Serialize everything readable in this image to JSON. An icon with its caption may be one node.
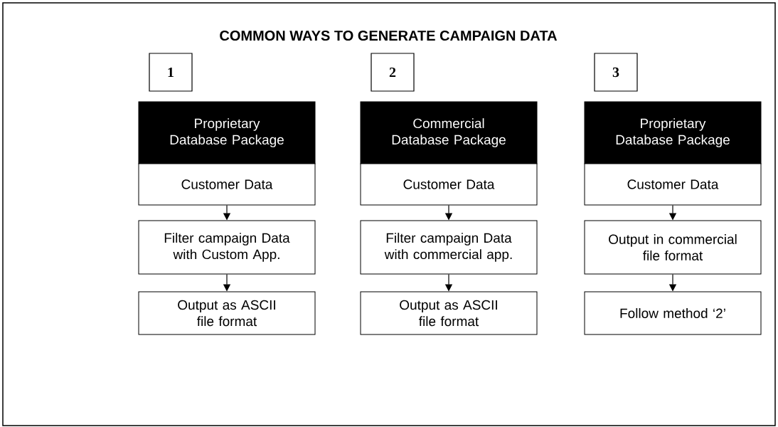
{
  "diagram": {
    "title": "COMMON WAYS TO GENERATE CAMPAIGN DATA",
    "nodes": [
      {
        "text": [
          "1"
        ]
      },
      {
        "text": [
          "Proprietary Database Package"
        ]
      },
      {
        "text": [
          "Customer Data"
        ]
      },
      {
        "text": [
          "Filter campaign Data with Custom App."
        ]
      },
      {
        "text": [
          "Output as ASCII file format"
        ]
      },
      {
        "text": [
          "2"
        ]
      },
      {
        "text": [
          "Commercial Database Package"
        ]
      },
      {
        "text": [
          "Customer Data"
        ]
      },
      {
        "text": [
          "Filter campaign Data with commercial app."
        ]
      },
      {
        "text": [
          "Output as ASCII file format"
        ]
      },
      {
        "text": [
          "3"
        ]
      },
      {
        "text": [
          "Proprietary Database Package"
        ]
      },
      {
        "text": [
          "Customer Data"
        ]
      },
      {
        "text": [
          "Output in commercial file format"
        ]
      },
      {
        "text": [
          "Follow method ‘2’"
        ]
      }
    ],
    "edges": [
      {
        "from": 2,
        "to": 3,
        "arrow": "to"
      },
      {
        "from": 3,
        "to": 4,
        "arrow": "to"
      },
      {
        "from": 7,
        "to": 8,
        "arrow": "to"
      },
      {
        "from": 8,
        "to": 9,
        "arrow": "to"
      },
      {
        "from": 12,
        "to": 13,
        "arrow": "to"
      },
      {
        "from": 13,
        "to": 14,
        "arrow": "to"
      }
    ]
  }
}
